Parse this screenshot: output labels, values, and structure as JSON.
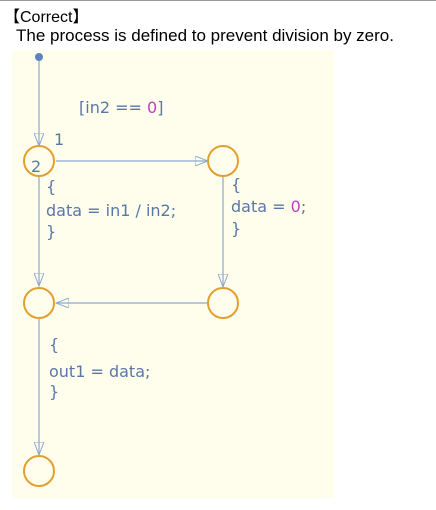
{
  "heading": "【Correct】",
  "description": "The process is defined to prevent division by zero.",
  "diagram": {
    "colors": {
      "background": "#fffdec",
      "junction": "#e0a030",
      "transition": "#8aa8d0",
      "label": "#5878a8",
      "number": "#c040c0"
    },
    "transition_top": {
      "cond_open": "[in2 == ",
      "cond_num": "0",
      "cond_close": "]",
      "order": "1"
    },
    "transition_left": {
      "order": "2",
      "brace_open": "{",
      "action": "data = in1 / in2;",
      "brace_close": "}"
    },
    "transition_right": {
      "brace_open": "{",
      "action_prefix": "data = ",
      "action_num": "0",
      "action_suffix": ";",
      "brace_close": "}"
    },
    "transition_bottom": {
      "brace_open": "{",
      "action": "out1 = data;",
      "brace_close": "}"
    }
  }
}
